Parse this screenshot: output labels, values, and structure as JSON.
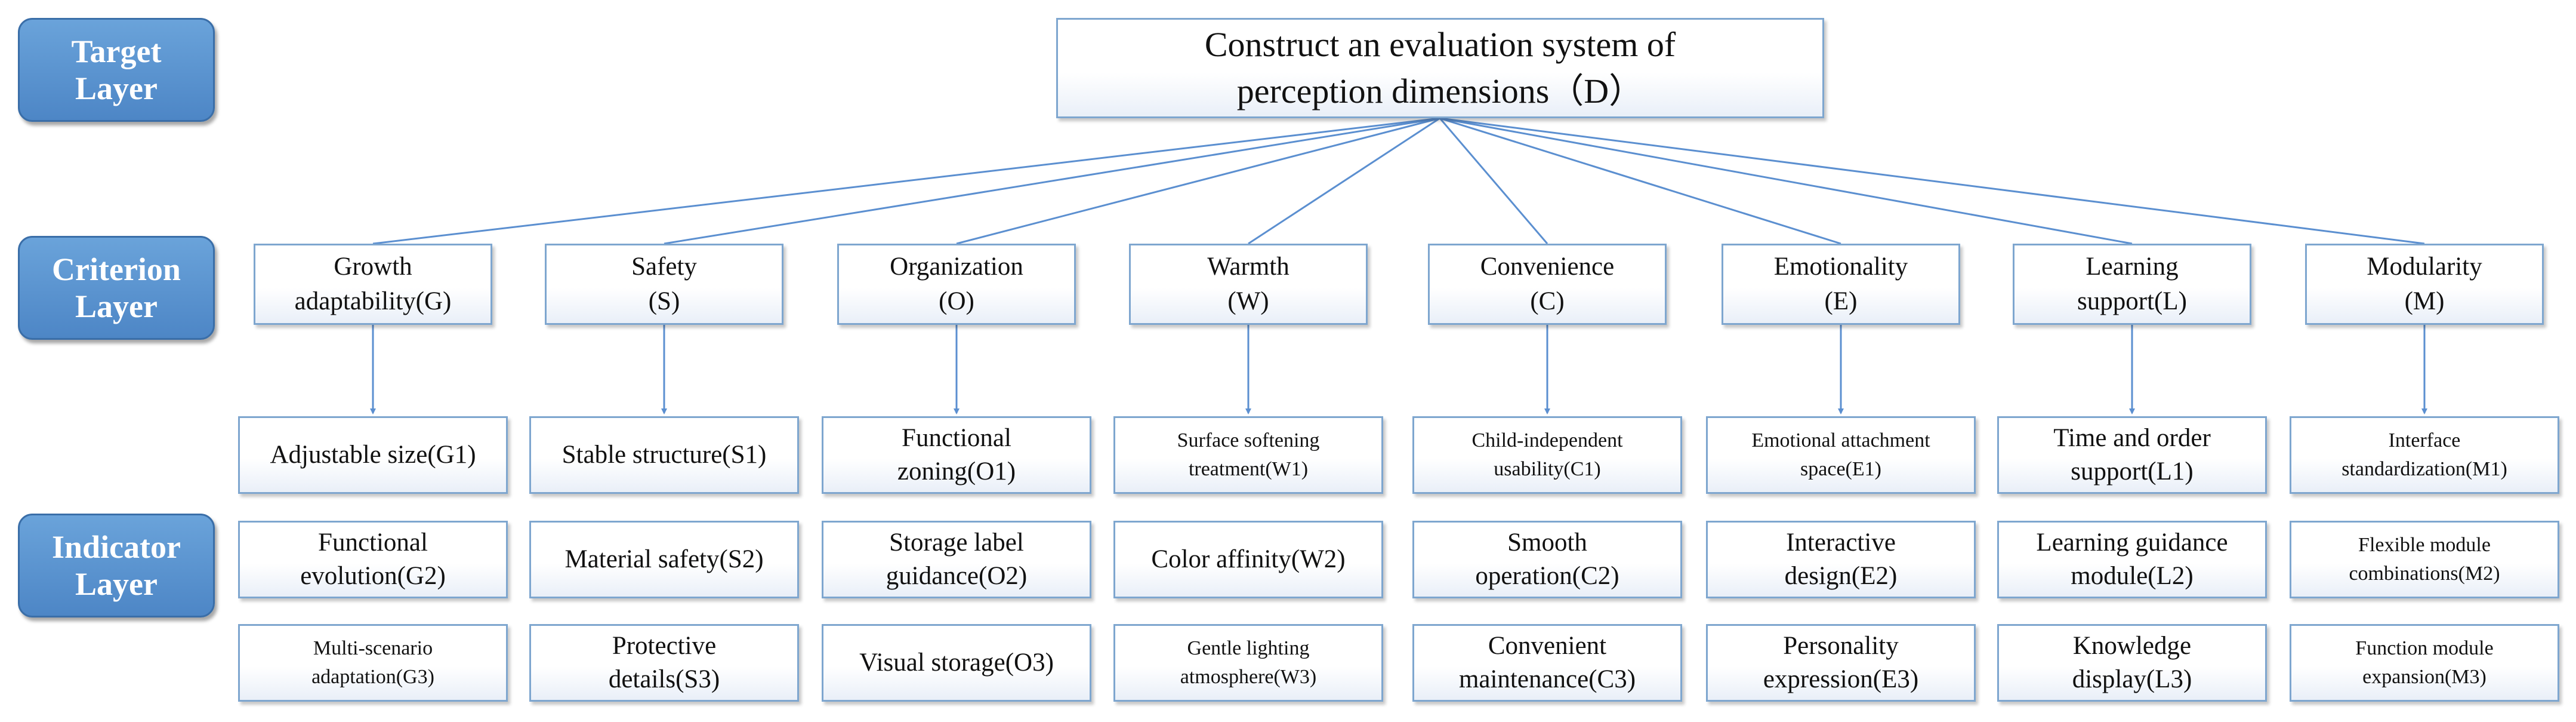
{
  "layers": {
    "target": [
      "Target",
      "Layer"
    ],
    "criterion": [
      "Criterion",
      "Layer"
    ],
    "indicator": [
      "Indicator",
      "Layer"
    ]
  },
  "target": [
    "Construct an evaluation system of",
    "perception dimensions（D）"
  ],
  "criteria": [
    {
      "lines": [
        "Growth",
        "adaptability(G)"
      ],
      "indicators": [
        [
          "Adjustable size(G1)"
        ],
        [
          "Functional",
          "evolution(G2)"
        ],
        [
          "Multi-scenario",
          "adaptation(G3)"
        ]
      ]
    },
    {
      "lines": [
        "Safety",
        "(S)"
      ],
      "indicators": [
        [
          "Stable structure(S1)"
        ],
        [
          "Material safety(S2)"
        ],
        [
          "Protective",
          "details(S3)"
        ]
      ]
    },
    {
      "lines": [
        "Organization",
        "(O)"
      ],
      "indicators": [
        [
          "Functional",
          "zoning(O1)"
        ],
        [
          "Storage label",
          "guidance(O2)"
        ],
        [
          "Visual storage(O3)"
        ]
      ]
    },
    {
      "lines": [
        "Warmth",
        "(W)"
      ],
      "indicators": [
        [
          "Surface softening",
          "treatment(W1)"
        ],
        [
          "Color affinity(W2)"
        ],
        [
          "Gentle lighting",
          "atmosphere(W3)"
        ]
      ]
    },
    {
      "lines": [
        "Convenience",
        "(C)"
      ],
      "indicators": [
        [
          "Child-independent",
          "usability(C1)"
        ],
        [
          "Smooth",
          "operation(C2)"
        ],
        [
          "Convenient",
          "maintenance(C3)"
        ]
      ]
    },
    {
      "lines": [
        "Emotionality",
        "(E)"
      ],
      "indicators": [
        [
          "Emotional attachment",
          "space(E1)"
        ],
        [
          "Interactive",
          "design(E2)"
        ],
        [
          "Personality",
          "expression(E3)"
        ]
      ]
    },
    {
      "lines": [
        "Learning",
        "support(L)"
      ],
      "indicators": [
        [
          "Time and order",
          "support(L1)"
        ],
        [
          "Learning guidance",
          "module(L2)"
        ],
        [
          "Knowledge",
          "display(L3)"
        ]
      ]
    },
    {
      "lines": [
        "Modularity",
        "(M)"
      ],
      "indicators": [
        [
          "Interface",
          "standardization(M1)"
        ],
        [
          "Flexible module",
          "combinations(M2)"
        ],
        [
          "Function module",
          "expansion(M3)"
        ]
      ]
    }
  ],
  "colors": {
    "accent": "#4f88c9",
    "node_border": "#7ea6cf",
    "connector": "#5b8fd0"
  }
}
